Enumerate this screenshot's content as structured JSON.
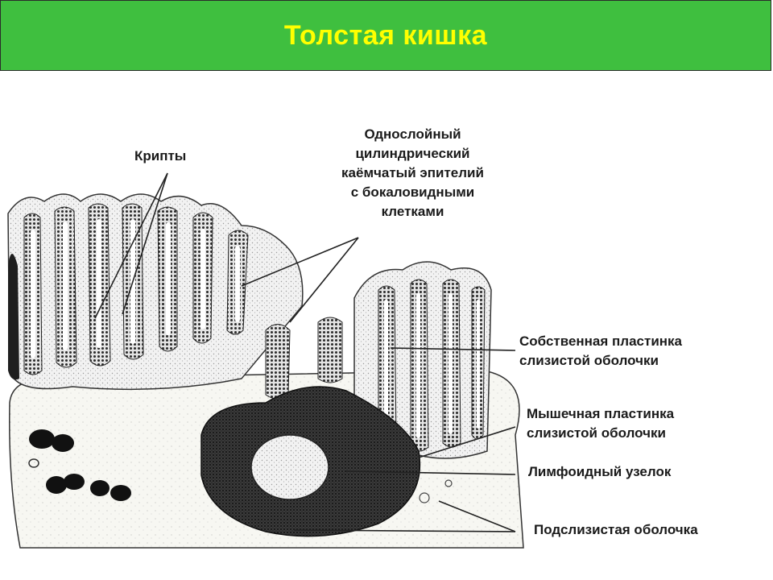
{
  "slide": {
    "title": "Толстая кишка"
  },
  "labels": {
    "crypts": "Крипты",
    "epithelium": [
      "Однослойный",
      "цилиндрический",
      "каёмчатый эпителий",
      "с бокаловидными",
      "клетками"
    ],
    "lamina_propria": [
      "Собственная пластинка",
      "слизистой оболочки"
    ],
    "muscularis_mucosae": [
      "Мышечная пластинка",
      "слизистой оболочки"
    ],
    "lymphoid_nodule": "Лимфоидный узелок",
    "submucosa": "Подслизистая оболочка"
  },
  "colors": {
    "header_bg": "#3fbf3f",
    "title_text": "#ffff00",
    "tissue_dark": "#1a1a1a",
    "tissue_mid": "#555555",
    "tissue_light": "#d8d8d8"
  }
}
